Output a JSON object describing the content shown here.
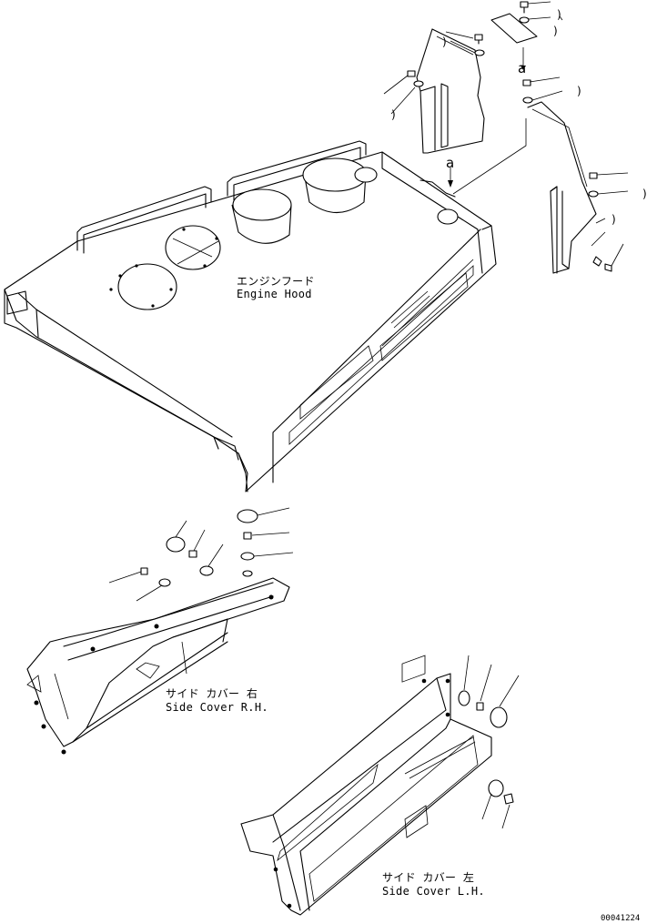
{
  "labels": {
    "engine_hood_jp": "エンジンフード",
    "engine_hood_en": "Engine Hood",
    "side_cover_rh_jp": "サイド カバー 右",
    "side_cover_rh_en": "Side Cover R.H.",
    "side_cover_lh_jp": "サイド カバー 左",
    "side_cover_lh_en": "Side Cover L.H."
  },
  "callouts": {
    "a_upper": "a",
    "a_lower": "a"
  },
  "document_number": "00041224",
  "icons": [
    "bolt-icon",
    "washer-icon",
    "cap-icon"
  ],
  "colors": {
    "line": "#000000",
    "background": "#ffffff"
  }
}
